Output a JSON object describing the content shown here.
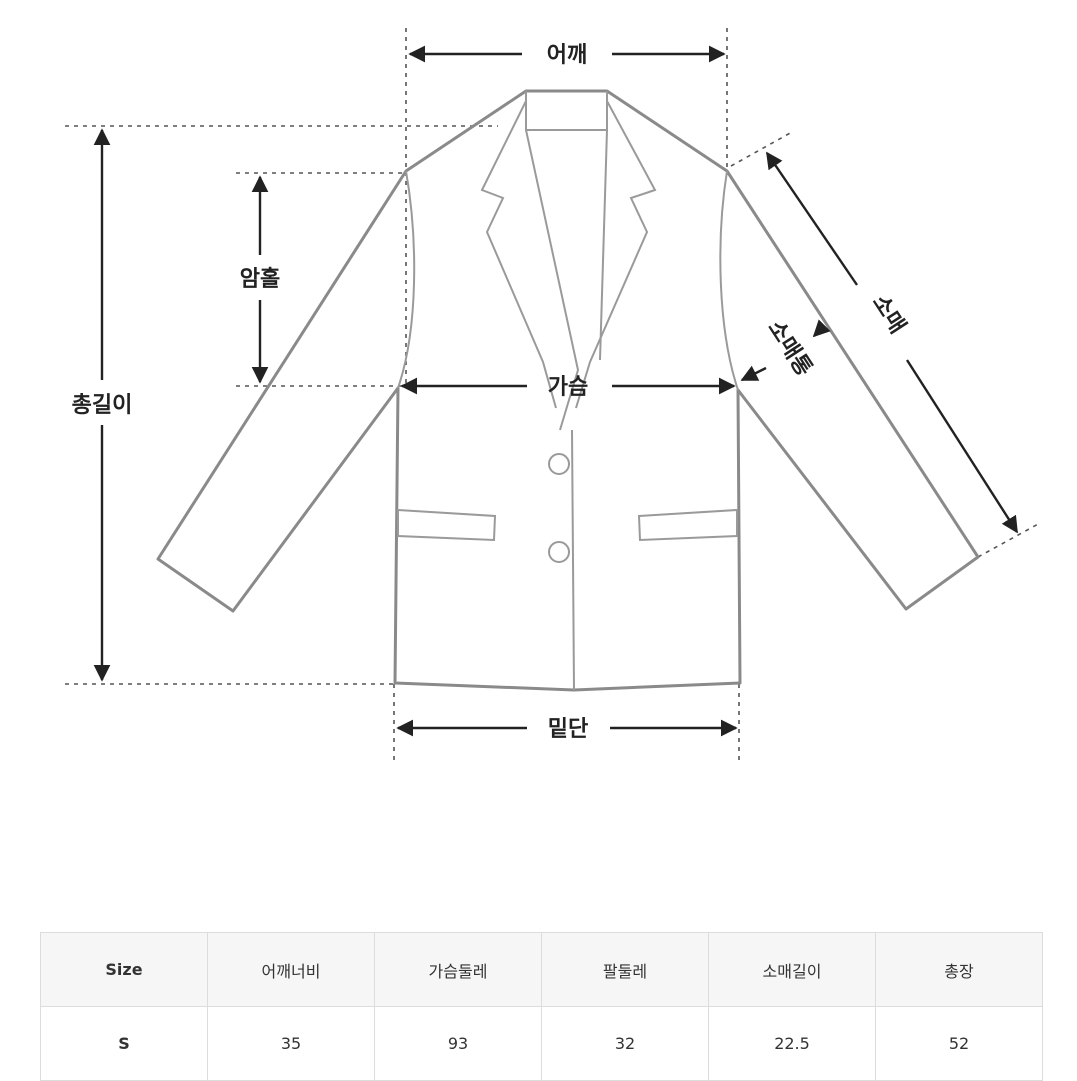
{
  "diagram": {
    "labels": {
      "shoulder": "어깨",
      "armhole": "암홀",
      "total_length": "총길이",
      "chest": "가슴",
      "sleeve": "소매",
      "sleeve_width": "소매통",
      "hem": "밑단"
    }
  },
  "size_table": {
    "headers": [
      "Size",
      "어깨너비",
      "가슴둘레",
      "팔둘레",
      "소매길이",
      "총장"
    ],
    "rows": [
      [
        "S",
        "35",
        "93",
        "32",
        "22.5",
        "52"
      ]
    ]
  }
}
